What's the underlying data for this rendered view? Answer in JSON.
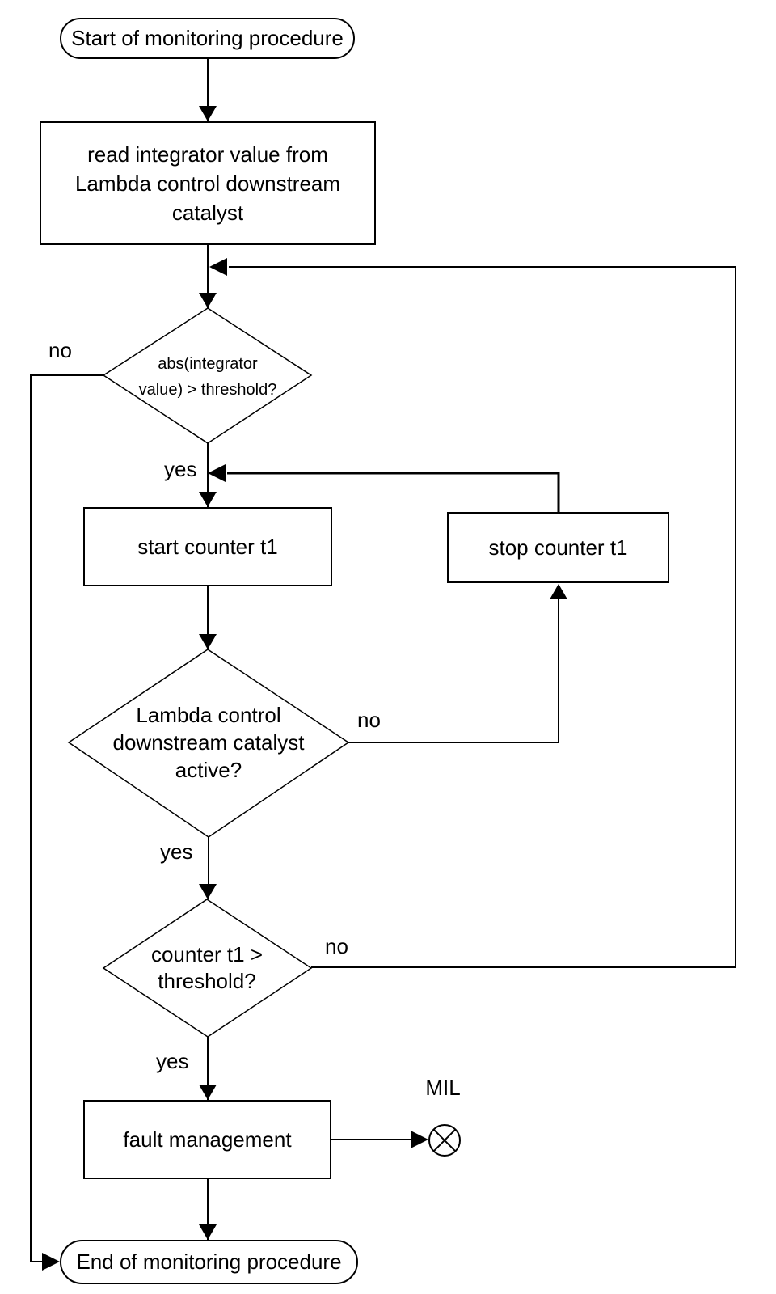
{
  "flowchart": {
    "nodes": {
      "start": {
        "label": "Start of monitoring procedure"
      },
      "read_integrator": {
        "lines": [
          "read integrator value from",
          "Lambda control downstream",
          "catalyst"
        ]
      },
      "decision_abs": {
        "lines": [
          "abs(integrator",
          "value) > threshold?"
        ]
      },
      "start_counter": {
        "label": "start counter t1"
      },
      "stop_counter": {
        "label": "stop counter t1"
      },
      "decision_lambda": {
        "lines": [
          "Lambda control",
          "downstream catalyst",
          "active?"
        ]
      },
      "decision_counter": {
        "lines": [
          "counter t1 >",
          "threshold?"
        ]
      },
      "fault_management": {
        "label": "fault management"
      },
      "end": {
        "label": "End of monitoring procedure"
      },
      "mil": {
        "label": "MIL"
      }
    },
    "edge_labels": {
      "abs_no": "no",
      "abs_yes": "yes",
      "lambda_no": "no",
      "lambda_yes": "yes",
      "counter_no": "no",
      "counter_yes": "yes"
    },
    "colors": {
      "stroke": "#000000",
      "background": "#ffffff",
      "text": "#000000"
    }
  }
}
